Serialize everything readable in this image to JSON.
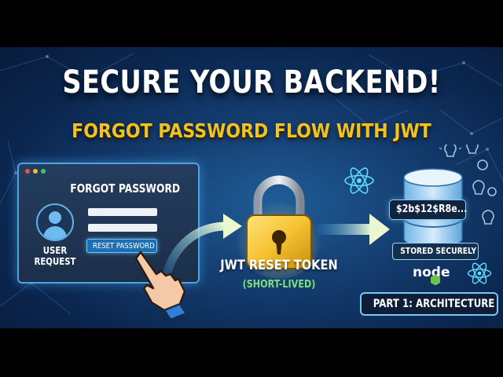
{
  "headline": {
    "title": "SECURE YOUR BACKEND!",
    "subtitle": "FORGOT PASSWORD FLOW WITH JWT"
  },
  "browser_card": {
    "title": "FORGOT PASSWORD",
    "user_label": "USER REQUEST",
    "button_label": "RESET PASSWORD"
  },
  "token": {
    "label": "JWT RESET TOKEN",
    "sublabel": "(SHORT-LIVED)"
  },
  "database": {
    "hash_text": "$2b$12$R8e...",
    "stored_label": "STORED SECURELY"
  },
  "logos": {
    "node_text": "node"
  },
  "badge": {
    "part_label": "PART 1: ARCHITECTURE"
  },
  "icons": [
    "user-icon",
    "pointing-hand-icon",
    "padlock-icon",
    "database-icon",
    "react-logo-icon",
    "nodejs-logo-icon",
    "lightbulb-icon",
    "arrow-icon"
  ],
  "colors": {
    "background": "#153f73",
    "title": "#ffffff",
    "subtitle": "#f4c21d",
    "accent_blue": "#4fa3dd",
    "token_sub": "#7fe07a",
    "lock_gold": "#f5c230"
  }
}
